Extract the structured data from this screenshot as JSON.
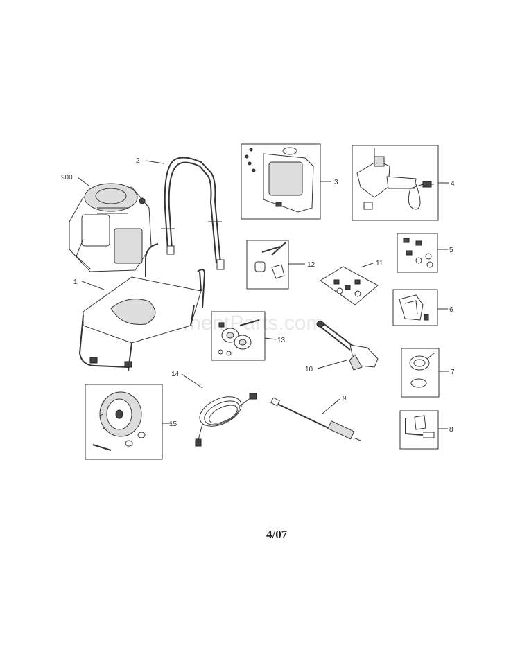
{
  "watermark": "eReplacementParts.com",
  "date_code": "4/07",
  "callouts": {
    "engine": "900",
    "frame": "1",
    "handle": "2",
    "panel": "3",
    "pump": "4",
    "hardware_a": "5",
    "bracket": "6",
    "cap": "7",
    "holder": "8",
    "wand": "9",
    "gun": "10",
    "hardware_bag": "11",
    "bolts_kit": "12",
    "axle_kit": "13",
    "hose": "14",
    "wheel_kit": "15"
  }
}
